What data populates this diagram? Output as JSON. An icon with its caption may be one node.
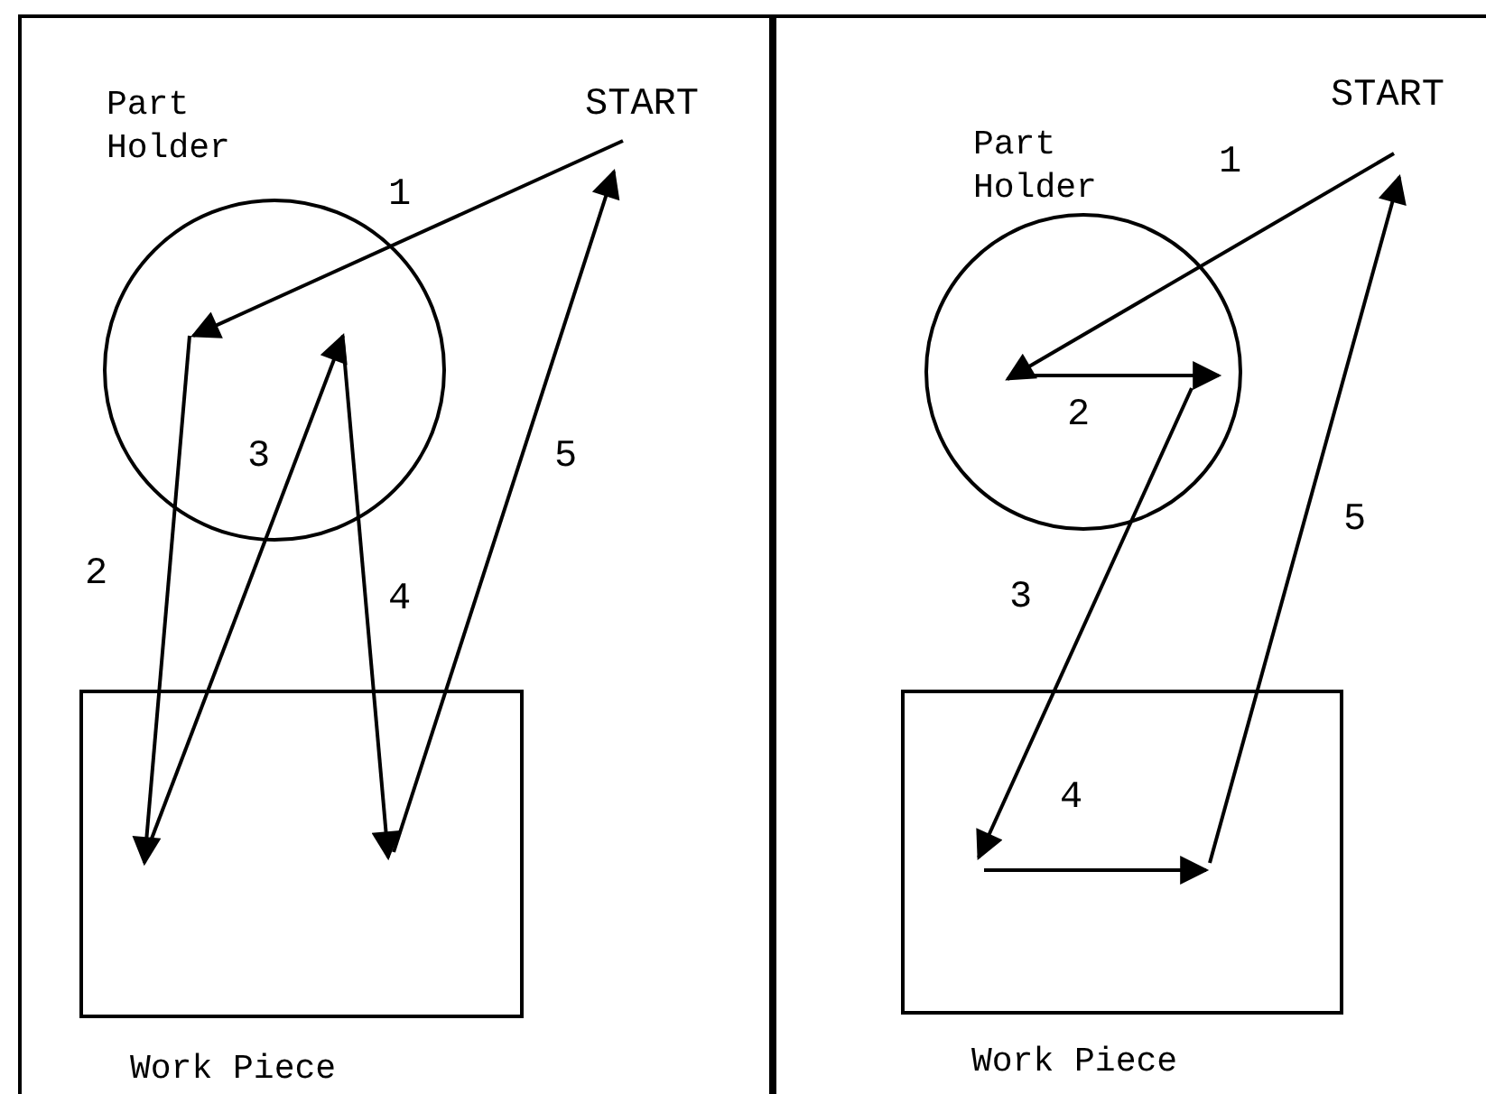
{
  "diagram": {
    "nodes": [
      {
        "text": [],
        "shape": "box"
      },
      {
        "text": [
          "START"
        ],
        "in": 0
      },
      {
        "text": [
          "Part Holder"
        ],
        "in": 0
      },
      {
        "text": [
          "Work Piece"
        ],
        "in": 0
      },
      {
        "text": [],
        "shape": "box"
      },
      {
        "text": [
          "START"
        ],
        "in": 4
      },
      {
        "text": [
          "Part Holder"
        ],
        "in": 4
      },
      {
        "text": [
          "Work Piece"
        ],
        "in": 4
      }
    ],
    "edges": [
      {
        "from": 1,
        "to": 2,
        "arrow": "to",
        "label": "1"
      },
      {
        "from": 2,
        "to": 3,
        "arrow": "to",
        "label": "2"
      },
      {
        "from": 3,
        "to": 2,
        "arrow": "to",
        "label": "3"
      },
      {
        "from": 2,
        "to": 3,
        "arrow": "to",
        "label": "4"
      },
      {
        "from": 3,
        "to": 1,
        "arrow": "to",
        "label": "5"
      },
      {
        "from": 5,
        "to": 6,
        "arrow": "to",
        "label": "1"
      },
      {
        "from": 6,
        "to": 6,
        "arrow": "to",
        "label": "2"
      },
      {
        "from": 6,
        "to": 7,
        "arrow": "to",
        "label": "3"
      },
      {
        "from": 7,
        "to": 7,
        "arrow": "to",
        "label": "4"
      },
      {
        "from": 7,
        "to": 5,
        "arrow": "to",
        "label": "5"
      }
    ]
  }
}
